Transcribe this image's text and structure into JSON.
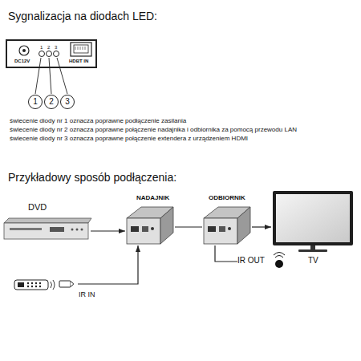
{
  "diagram": {
    "title": "Sygnalizacja na diodach LED:",
    "nodes": [
      {
        "text": [
          "1"
        ]
      },
      {
        "text": [
          "2"
        ]
      },
      {
        "text": [
          "3"
        ]
      },
      {
        "text": [
          "DVD"
        ]
      },
      {
        "text": [
          "NADAJNIK"
        ]
      },
      {
        "text": [
          "ODBIORNIK"
        ]
      },
      {
        "text": [
          "TV"
        ]
      },
      {
        "text": [
          "IR IN"
        ]
      },
      {
        "text": [
          "IR OUT"
        ]
      }
    ],
    "edges": [
      {
        "from": 3,
        "to": 4,
        "arrow": "to"
      },
      {
        "from": 4,
        "to": 5,
        "arrow": "none"
      },
      {
        "from": 5,
        "to": 6,
        "arrow": "to"
      },
      {
        "from": 7,
        "to": 4,
        "arrow": "to"
      },
      {
        "from": 5,
        "to": 8,
        "arrow": "none"
      }
    ],
    "labels": [
      "DC12V",
      "1",
      "2",
      "3",
      "HDBT IN",
      "świecenie diody nr 1 oznacza poprawne podłączenie zasilania",
      "świecenie diody nr 2 oznacza poprawne połączenie nadajnika i odbiornika za pomocą przewodu LAN",
      "świecenie diody nr 3 oznacza poprawne połączenie extendera z urządzeniem HDMI",
      "Przykładowy sposób podłączenia:"
    ]
  }
}
